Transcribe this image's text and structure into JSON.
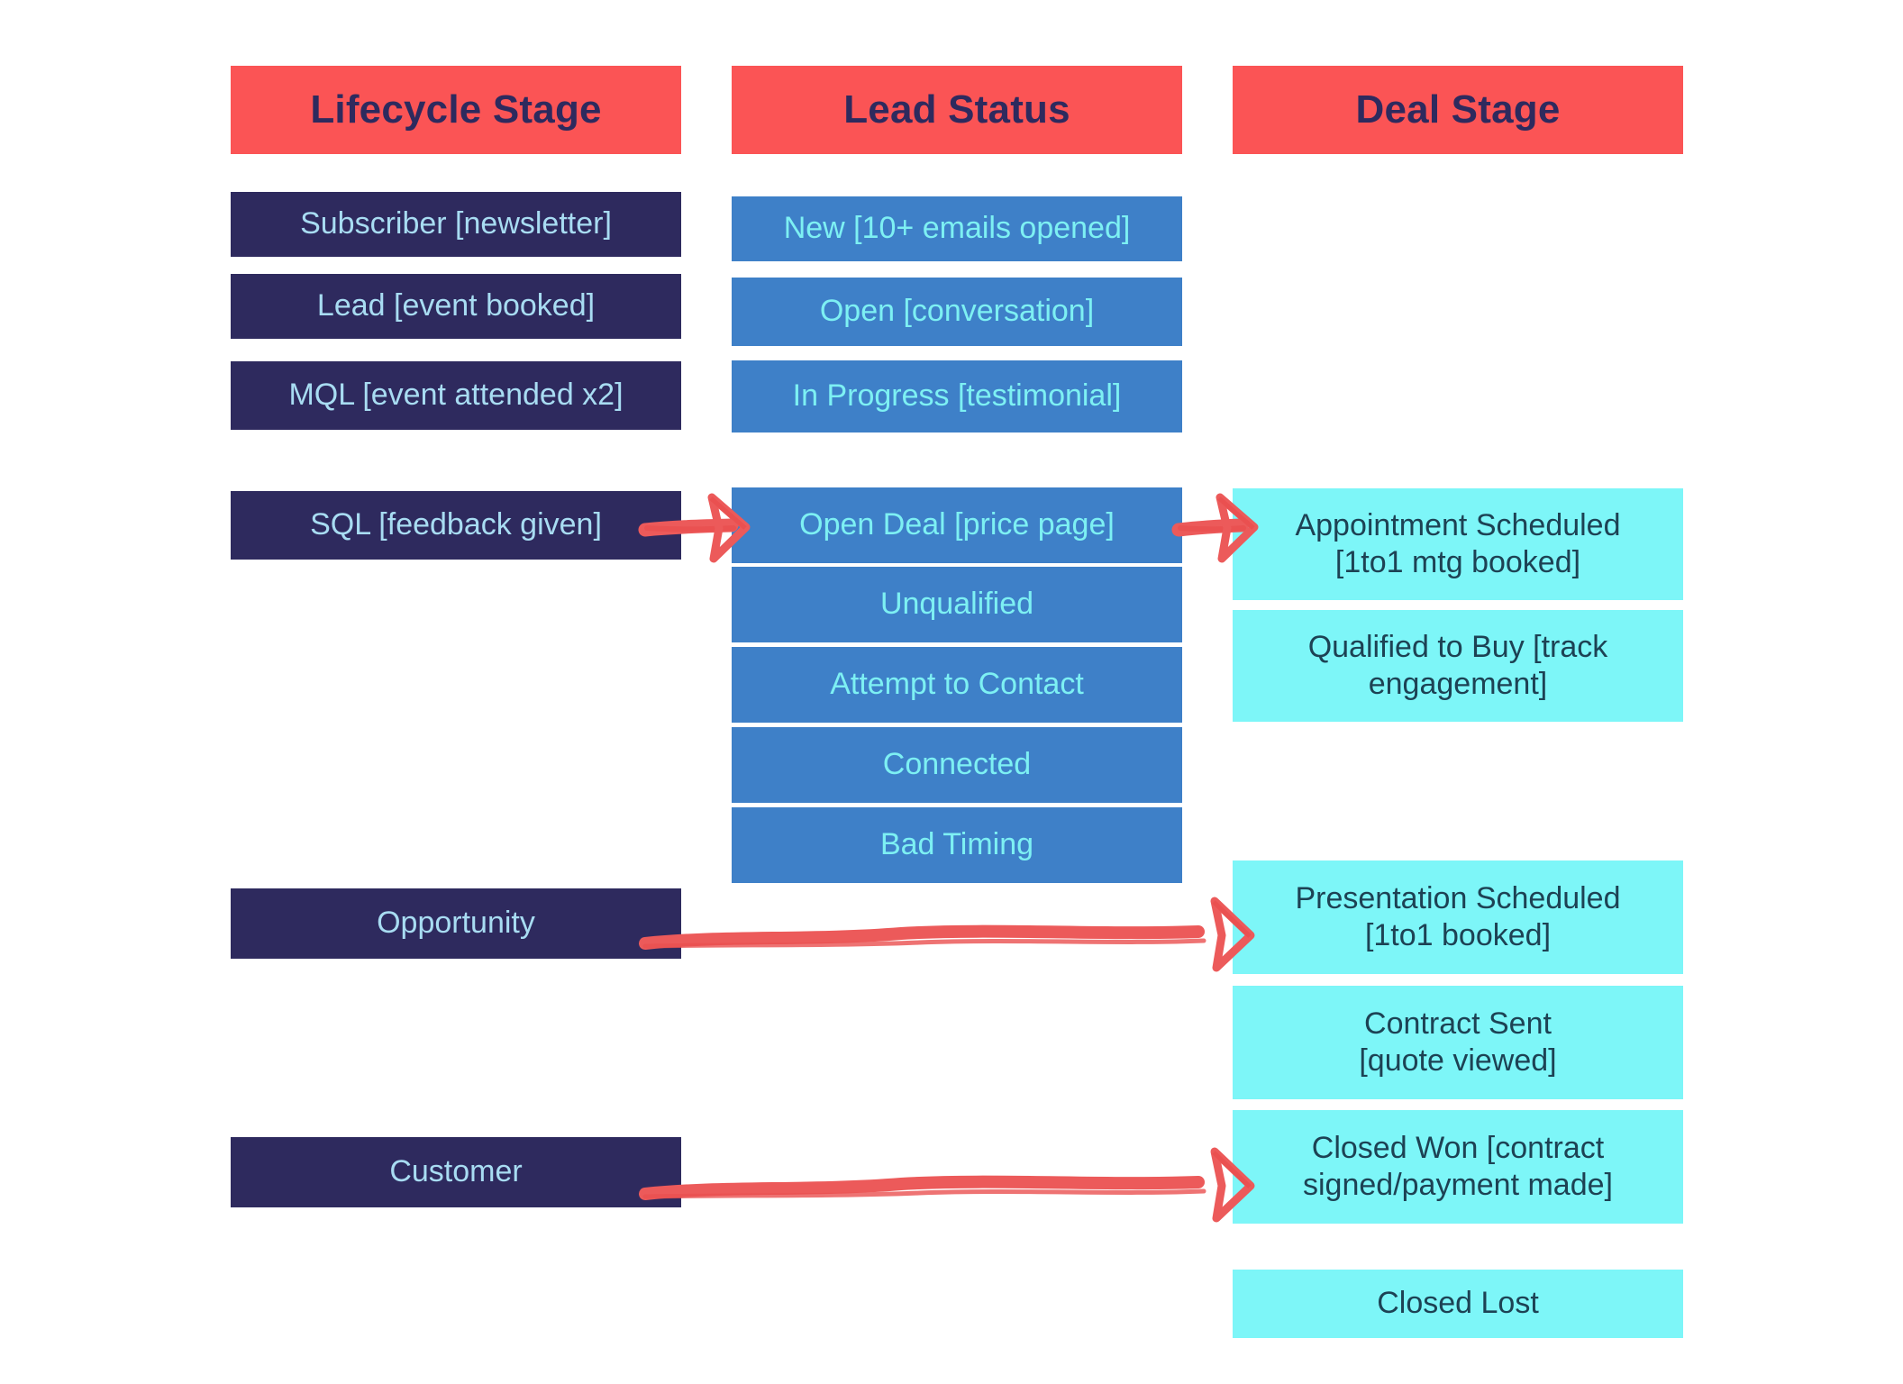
{
  "diagram": {
    "title_note": "CRM funnel mapping of Lifecycle Stage, Lead Status and Deal Stage",
    "background": "#ffffff",
    "colors": {
      "header_bg": "#fb5455",
      "header_text": "#2e2a5e",
      "lifecycle_bg": "#2e2a5e",
      "lifecycle_text": "#a8dcf2",
      "lead_bg": "#3e80c8",
      "lead_text": "#7df0f3",
      "deal_bg": "#7df6f8",
      "deal_text": "#1d4254",
      "arrow": "#ec5a5a"
    }
  },
  "columns": [
    {
      "key": "lifecycle",
      "header": "Lifecycle Stage",
      "items": [
        {
          "label": "Subscriber [newsletter]"
        },
        {
          "label": "Lead [event booked]"
        },
        {
          "label": "MQL [event attended x2]"
        },
        {
          "label": "SQL [feedback given]"
        },
        {
          "label": "Opportunity"
        },
        {
          "label": "Customer"
        }
      ]
    },
    {
      "key": "lead_status",
      "header": "Lead Status",
      "items": [
        {
          "label": "New [10+ emails opened]"
        },
        {
          "label": "Open [conversation]"
        },
        {
          "label": "In Progress [testimonial]"
        },
        {
          "label": "Open Deal [price page]"
        },
        {
          "label": "Unqualified"
        },
        {
          "label": "Attempt to Contact"
        },
        {
          "label": "Connected"
        },
        {
          "label": "Bad Timing"
        }
      ]
    },
    {
      "key": "deal_stage",
      "header": "Deal Stage",
      "items": [
        {
          "label": "Appointment Scheduled\n[1to1 mtg booked]"
        },
        {
          "label": "Qualified to Buy [track\nengagement]"
        },
        {
          "label": "Presentation Scheduled\n[1to1 booked]"
        },
        {
          "label": "Contract Sent\n[quote viewed]"
        },
        {
          "label": "Closed Won [contract\nsigned/payment made]"
        },
        {
          "label": "Closed Lost"
        }
      ]
    }
  ],
  "arrows": [
    {
      "name": "sql-to-open-deal",
      "from": "SQL [feedback given]",
      "to": "Open Deal [price page]"
    },
    {
      "name": "open-deal-to-appointment-scheduled",
      "from": "Open Deal [price page]",
      "to": "Appointment Scheduled [1to1 mtg booked]"
    },
    {
      "name": "opportunity-to-presentation-scheduled",
      "from": "Opportunity",
      "to": "Presentation Scheduled [1to1 booked]"
    },
    {
      "name": "customer-to-closed-won",
      "from": "Customer",
      "to": "Closed Won [contract signed/payment made]"
    }
  ]
}
